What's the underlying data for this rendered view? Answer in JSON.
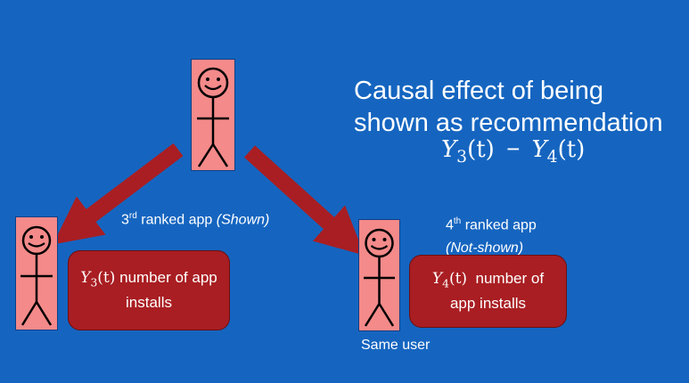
{
  "title_line1": "Causal effect of being",
  "title_line2": "shown as recommendation",
  "formula": {
    "lhs_var": "Y",
    "lhs_sub": "3",
    "lhs_arg": "(t)",
    "op": "−",
    "rhs_var": "Y",
    "rhs_sub": "4",
    "rhs_arg": "(t)"
  },
  "left_label": {
    "rank": "3",
    "sup": "rd",
    "text": " ranked app ",
    "status": "(Shown)"
  },
  "right_label": {
    "rank": "4",
    "sup": "th",
    "text": " ranked app",
    "status": "(Not-shown)"
  },
  "left_box": {
    "var": "Y",
    "sub": "3",
    "arg": "(t)",
    "text1": " number of app",
    "text2": "installs"
  },
  "right_box": {
    "var": "Y",
    "sub": "4",
    "arg": "(t)",
    "text1": "  number of",
    "text2": "app installs"
  },
  "same_user": "Same user",
  "colors": {
    "background": "#1565c0",
    "user_card": "#f48a8a",
    "box": "#a91e22",
    "arrow": "#a91e22"
  }
}
